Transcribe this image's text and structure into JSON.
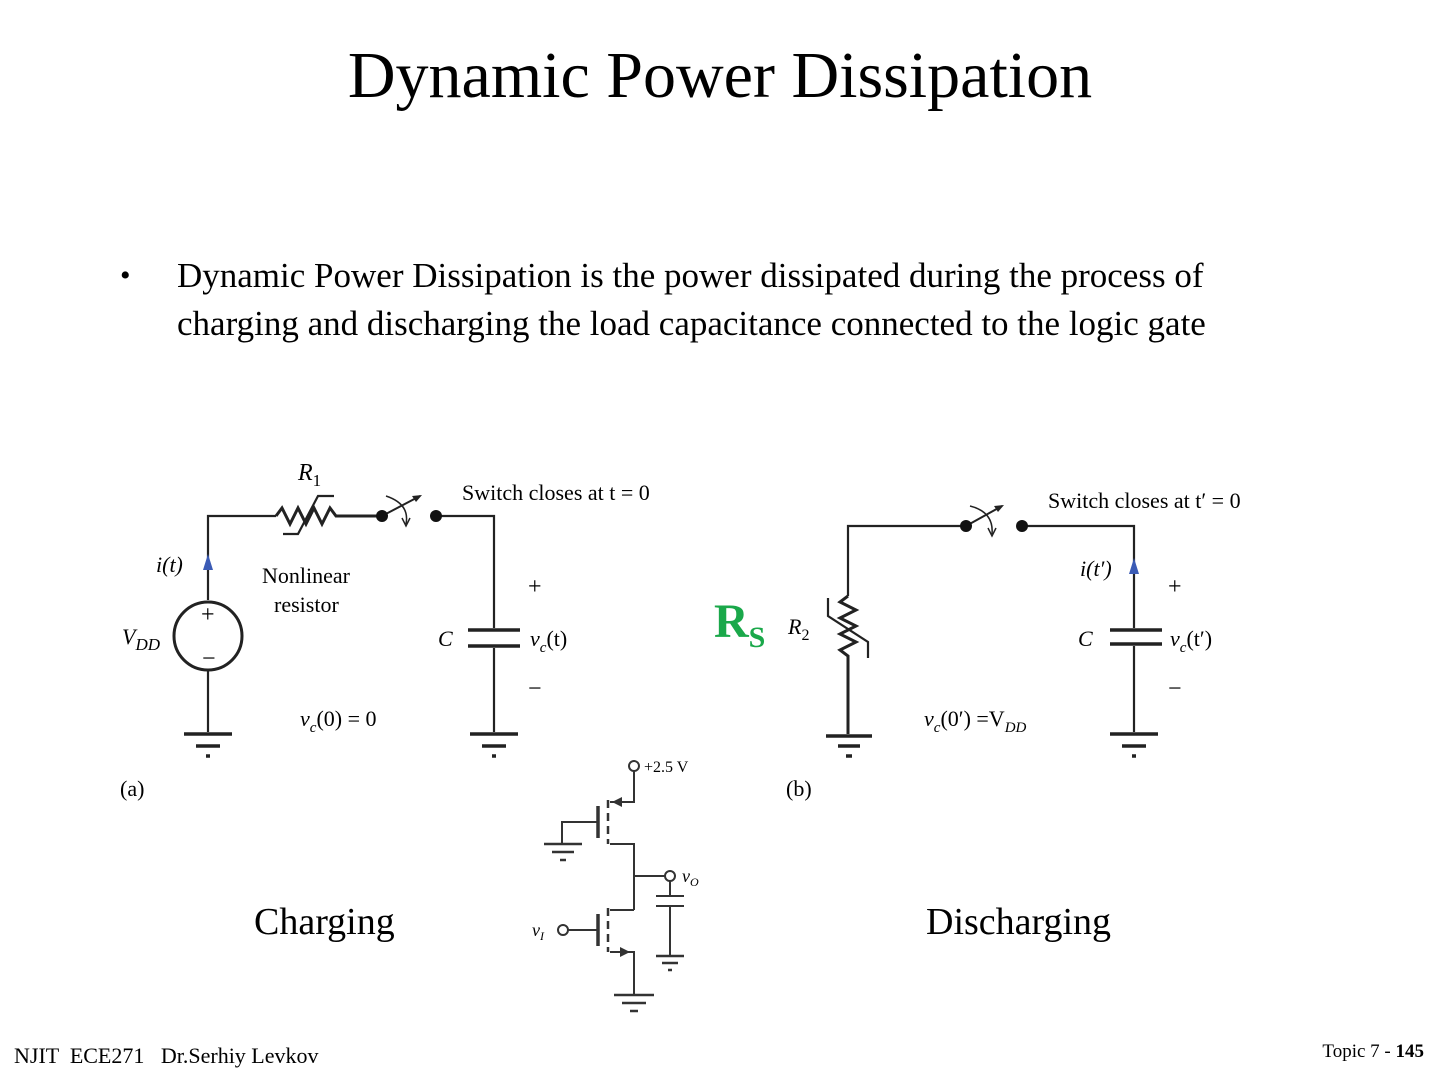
{
  "slide": {
    "title": "Dynamic Power Dissipation",
    "bullets": [
      "Dynamic Power Dissipation is the power dissipated during the process of charging and discharging the load capacitance connected to the logic gate"
    ],
    "captions": {
      "charging": "Charging",
      "discharging": "Discharging"
    },
    "annotation": {
      "rs_main": "R",
      "rs_sub": "S",
      "color": "#1aa84a"
    }
  },
  "circuit_a": {
    "panel_label": "(a)",
    "resistor_label": "R",
    "resistor_sub": "1",
    "resistor_desc_line1": "Nonlinear",
    "resistor_desc_line2": "resistor",
    "switch_text": "Switch closes at t = 0",
    "current_label": "i(t)",
    "source_label": "V",
    "source_sub": "DD",
    "source_plus": "+",
    "source_minus": "−",
    "cap_label": "C",
    "cap_voltage": "v",
    "cap_voltage_sub": "c",
    "cap_voltage_arg": "(t)",
    "cap_plus": "+",
    "cap_minus": "−",
    "initial_condition": "v",
    "initial_sub": "c",
    "initial_rest": "(0) = 0"
  },
  "circuit_b": {
    "panel_label": "(b)",
    "resistor_label": "R",
    "resistor_sub": "2",
    "switch_text": "Switch closes at t′ = 0",
    "current_label": "i(t′)",
    "cap_label": "C",
    "cap_voltage": "v",
    "cap_voltage_sub": "c",
    "cap_voltage_arg": "(t′)",
    "cap_plus": "+",
    "cap_minus": "−",
    "initial_condition": "v",
    "initial_sub": "c",
    "initial_rest": "(0′) =V",
    "initial_rest_sub": "DD"
  },
  "inverter": {
    "supply_label": "+2.5 V",
    "output_label": "v",
    "output_sub": "O",
    "input_label": "v",
    "input_sub": "I"
  },
  "footer": {
    "left": "NJIT  ECE271   Dr.Serhiy Levkov",
    "topic_prefix": "Topic 7 - ",
    "page_number": "145"
  },
  "colors": {
    "current_arrow": "#3b5bb5",
    "wire": "#222222"
  }
}
